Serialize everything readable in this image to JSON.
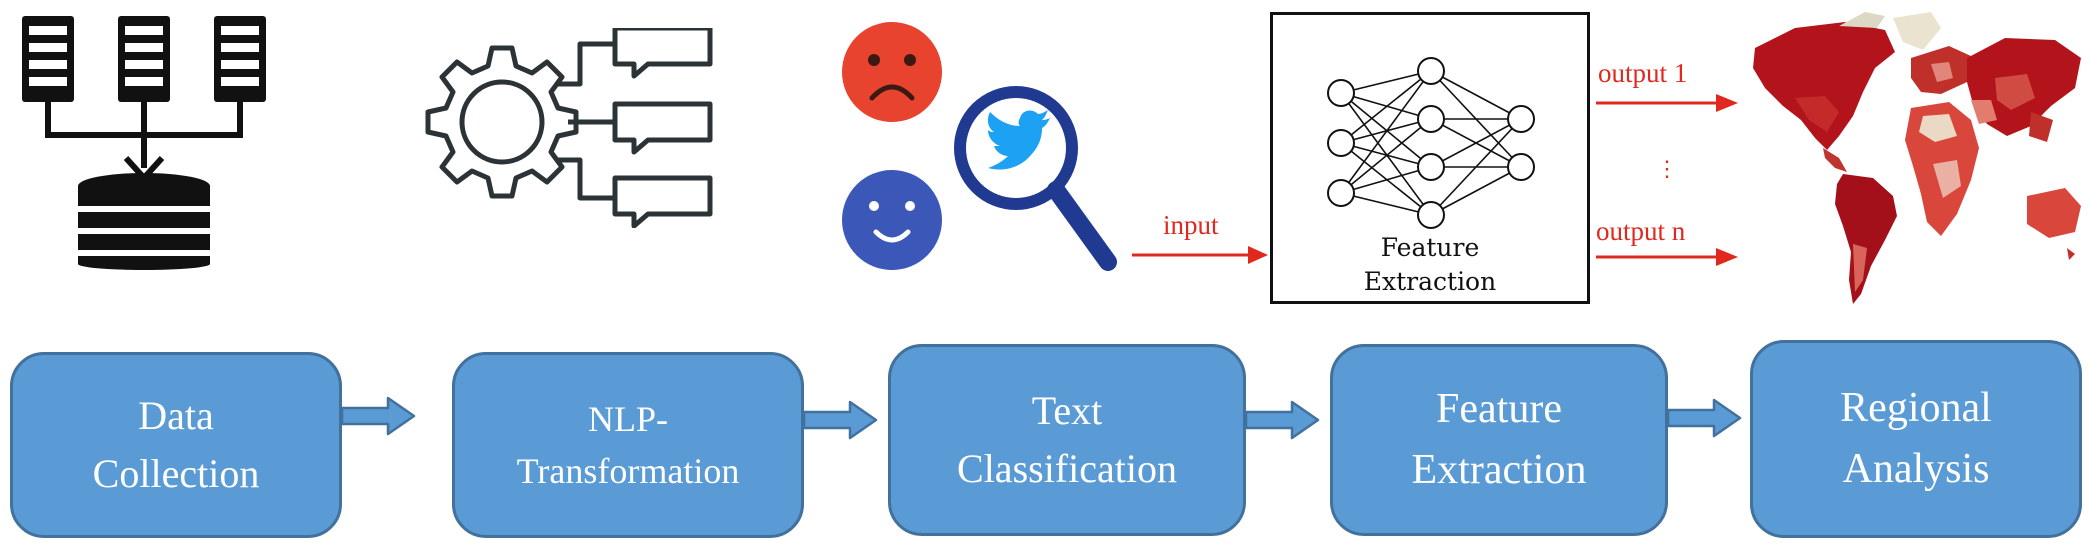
{
  "figure": {
    "icons": {
      "collection": "database-servers-icon",
      "nlp": "gear-speech-bubbles-icon",
      "sentiment": "sad-happy-faces-icon",
      "search": "twitter-magnifier-icon",
      "network": "neural-network-icon",
      "map": "world-choropleth-map"
    },
    "network_panel": {
      "input_label": "input",
      "output_top_label": "output 1",
      "output_ellipsis": "⋮",
      "output_bottom_label": "output n",
      "box_caption_line1": "Feature",
      "box_caption_line2": "Extraction"
    },
    "stages": [
      {
        "line1": "Data",
        "line2": "Collection"
      },
      {
        "line1": "NLP-",
        "line2": "Transformation"
      },
      {
        "line1": "Text",
        "line2": "Classification"
      },
      {
        "line1": "Feature",
        "line2": "Extraction"
      },
      {
        "line1": "Regional",
        "line2": "Analysis"
      }
    ],
    "colors": {
      "stage_fill": "#5b9bd5",
      "stage_border": "#41719c",
      "arrow_red": "#e0281e",
      "sad_face": "#e8432f",
      "happy_face": "#3b58b8",
      "map_red": "#b3141b"
    }
  }
}
